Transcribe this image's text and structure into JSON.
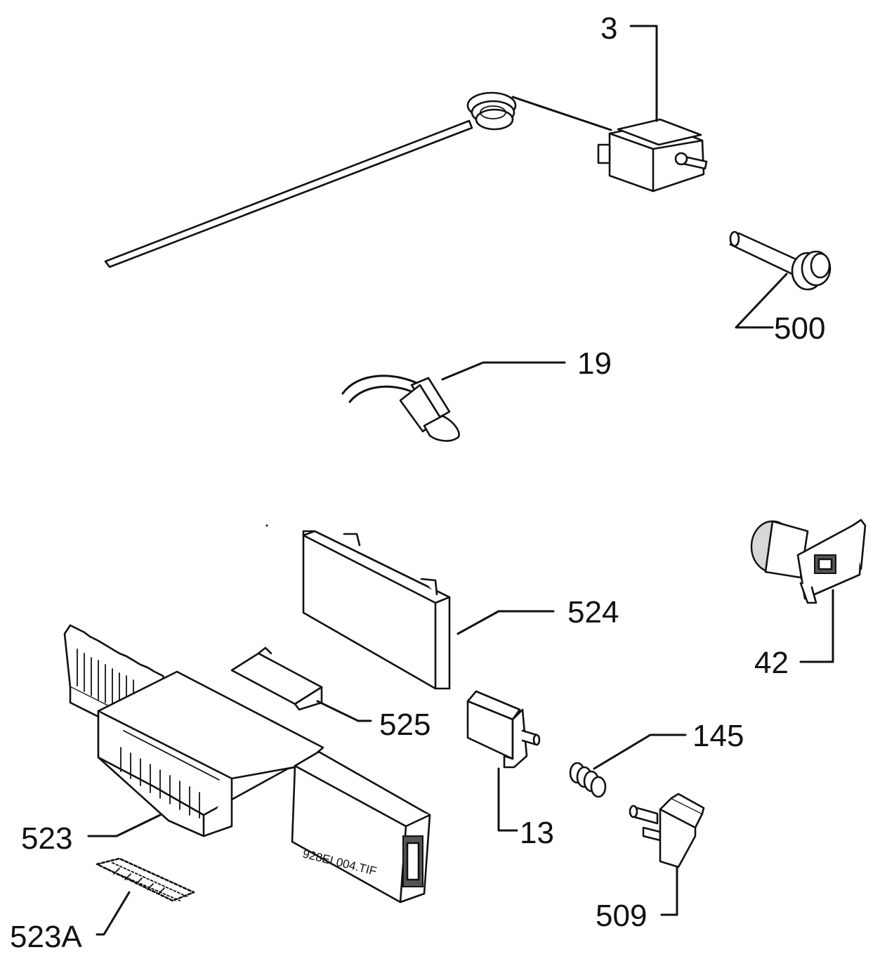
{
  "callouts": {
    "p3": "3",
    "p500": "500",
    "p19": "19",
    "p524": "524",
    "p42": "42",
    "p525": "525",
    "p145": "145",
    "p13": "13",
    "p523": "523",
    "p509": "509",
    "p523a": "523A"
  },
  "file_name": "928EL004.TIF"
}
